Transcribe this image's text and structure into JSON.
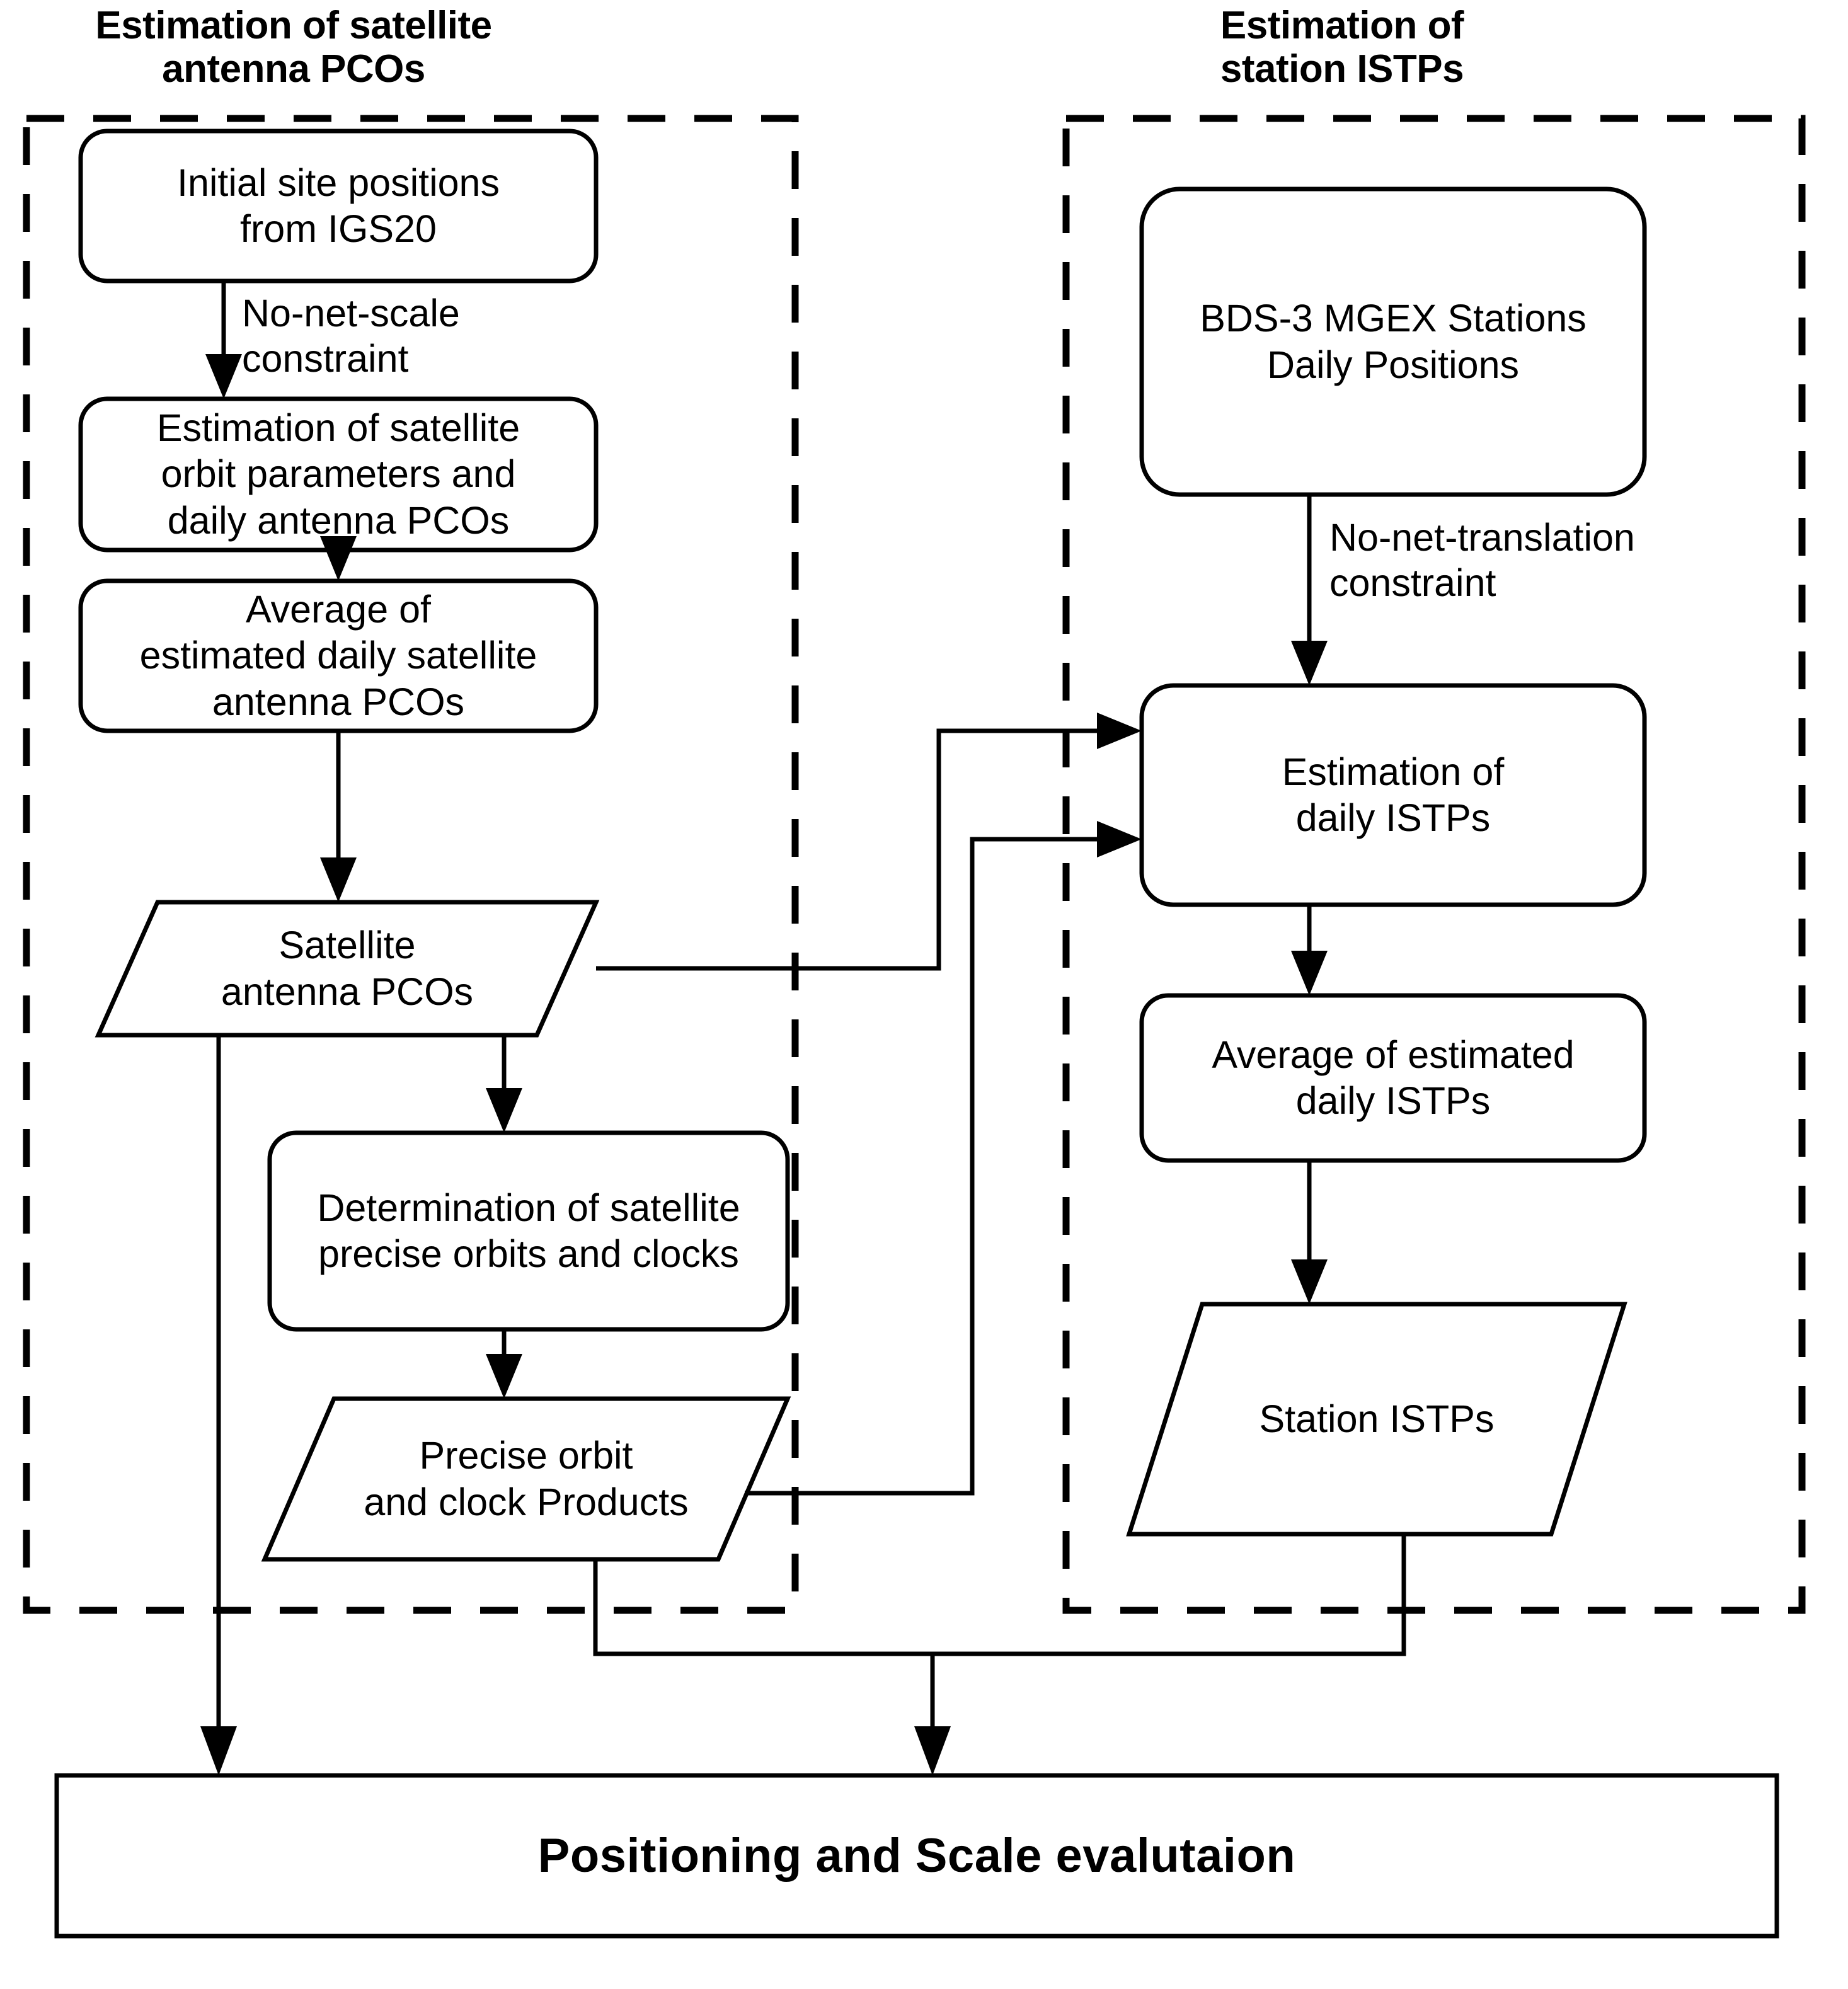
{
  "diagram": {
    "title_left": "Estimation of satellite antenna PCOs",
    "title_right": "Estimation of station ISTPs",
    "groups": [
      {
        "id": "left-group",
        "label_line1": "Estimation of satellite",
        "label_line2": "antenna PCOs"
      },
      {
        "id": "right-group",
        "label_line1": "Estimation of",
        "label_line2": "station ISTPs"
      }
    ],
    "nodes": [
      {
        "id": "initial-site-positions",
        "shape": "rounded-rect",
        "text": "Initial site positions\nfrom IGS20"
      },
      {
        "id": "estimation-orbit-params",
        "shape": "rounded-rect",
        "text": "Estimation of satellite\norbit parameters and\ndaily antenna PCOs"
      },
      {
        "id": "average-daily-pcos",
        "shape": "rounded-rect",
        "text": "Average of\nestimated daily satellite\nantenna PCOs"
      },
      {
        "id": "satellite-antenna-pcos",
        "shape": "parallelogram",
        "text": "Satellite\nantenna PCOs"
      },
      {
        "id": "determination-orbits-clocks",
        "shape": "rounded-rect",
        "text": "Determination of satellite\nprecise orbits and clocks"
      },
      {
        "id": "precise-orbit-clock-products",
        "shape": "parallelogram",
        "text": "Precise orbit\nand clock Products"
      },
      {
        "id": "bds3-mgex-stations",
        "shape": "rounded-rect",
        "text": "BDS-3 MGEX Stations\nDaily Positions"
      },
      {
        "id": "estimation-daily-istps",
        "shape": "rounded-rect",
        "text": "Estimation of\ndaily ISTPs"
      },
      {
        "id": "average-daily-istps",
        "shape": "rounded-rect",
        "text": "Average of estimated\ndaily ISTPs"
      },
      {
        "id": "station-istps",
        "shape": "parallelogram",
        "text": "Station ISTPs"
      },
      {
        "id": "positioning-scale-evaluation",
        "shape": "rect",
        "text": "Positioning and Scale evalutaion"
      }
    ],
    "edge_labels": [
      {
        "id": "no-net-scale",
        "line1": "No-net-scale",
        "line2": "constraint"
      },
      {
        "id": "no-net-translation",
        "line1": "No-net-translation",
        "line2": "constraint"
      }
    ],
    "colors": {
      "stroke": "#000000",
      "fill": "#ffffff",
      "background": "#ffffff"
    }
  }
}
